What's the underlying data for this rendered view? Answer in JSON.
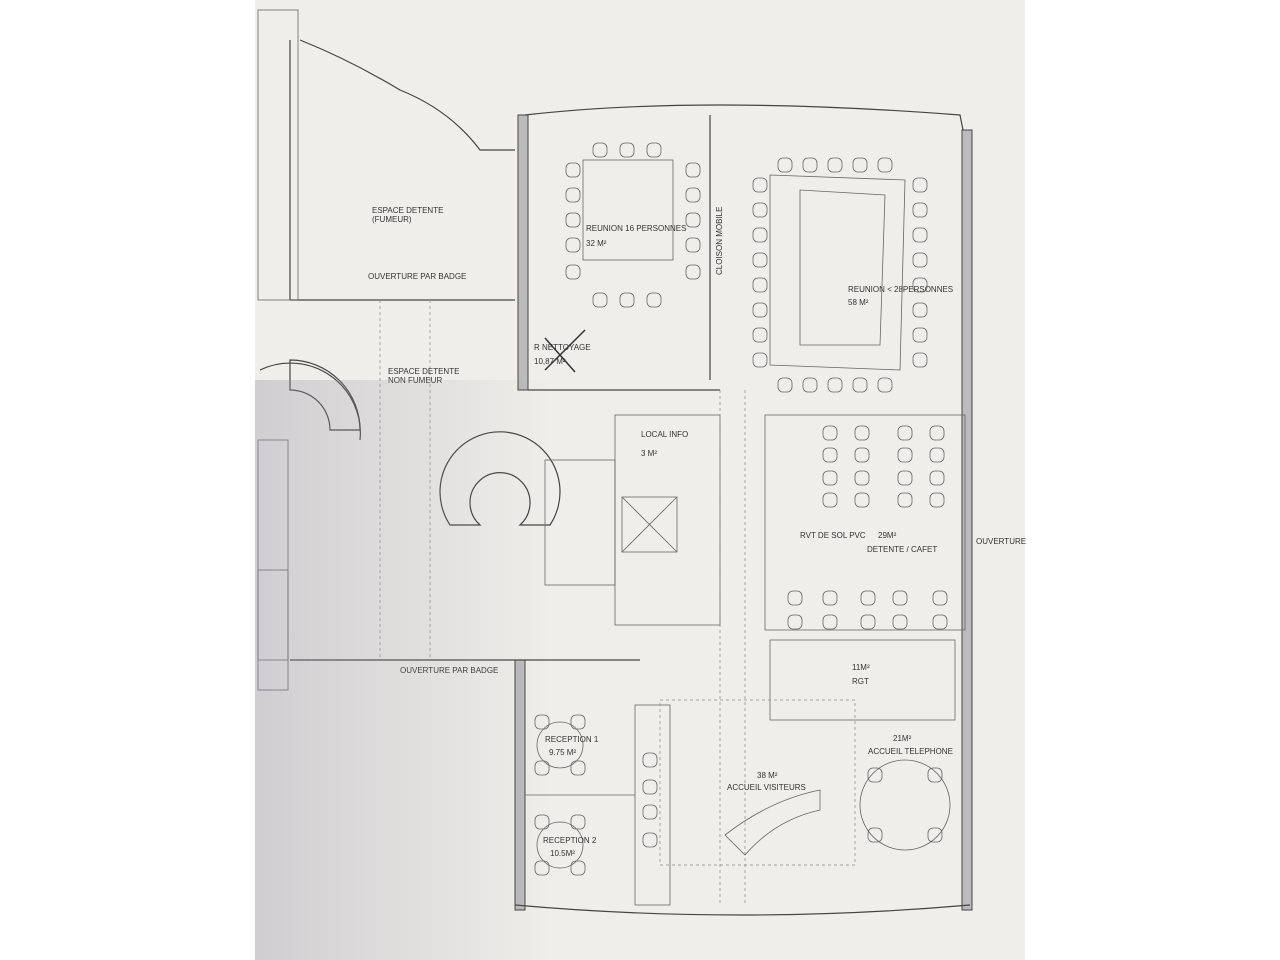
{
  "plan": {
    "rooms": {
      "espace_fumeur": {
        "line1": "ESPACE DETENTE",
        "line2": "(FUMEUR)"
      },
      "ouverture_top": "OUVERTURE PAR BADGE",
      "espace_non_fumeur": {
        "line1": "ESPACE DETENTE",
        "line2": "NON FUMEUR"
      },
      "reunion_16": {
        "name": "REUNION 16 PERSONNES",
        "area": "32 M²"
      },
      "cloison": "CLOISON MOBILE",
      "reunion_28": {
        "name": "REUNION < 28PERSONNES",
        "area": "58 M²"
      },
      "nettoyage": {
        "name": "R NETTOYAGE",
        "area": "10,87 M²"
      },
      "local_info": {
        "name": "LOCAL INFO",
        "area": "3 M²"
      },
      "cafet": {
        "floor": "RVT DE SOL PVC",
        "area": "29M²",
        "name": "DETENTE / CAFET"
      },
      "ouverture_right": "OUVERTURE",
      "rgt": {
        "area": "11M²",
        "name": "RGT"
      },
      "ouverture_bottom": "OUVERTURE PAR BADGE",
      "reception_1": {
        "name": "RECEPTION 1",
        "area": "9.75 M²"
      },
      "reception_2": {
        "name": "RECEPTION 2",
        "area": "10.5M²"
      },
      "accueil_visiteurs": {
        "area": "38 M²",
        "name": "ACCUEIL VISITEURS"
      },
      "accueil_telephone": {
        "area": "21M²",
        "name": "ACCUEIL TELEPHONE"
      }
    }
  }
}
